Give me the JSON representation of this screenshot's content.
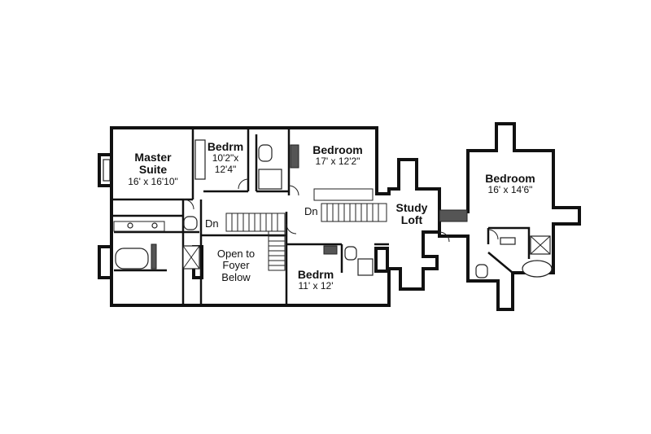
{
  "rooms": {
    "master_suite": {
      "name_line1": "Master",
      "name_line2": "Suite",
      "dims": "16' x 16'10\""
    },
    "bedrm_1": {
      "name": "Bedrm",
      "dims_line1": "10'2\"x",
      "dims_line2": "12'4\""
    },
    "bedroom_center": {
      "name": "Bedroom",
      "dims": "17' x 12'2\""
    },
    "open_foyer": {
      "line1": "Open to",
      "line2": "Foyer",
      "line3": "Below"
    },
    "bedrm_2": {
      "name": "Bedrm",
      "dims": "11' x 12'"
    },
    "study_loft": {
      "name_line1": "Study",
      "name_line2": "Loft"
    },
    "bedroom_right": {
      "name": "Bedroom",
      "dims": "16' x 14'6\""
    }
  },
  "stairs": {
    "down_label_left": "Dn",
    "down_label_center": "Dn"
  },
  "colors": {
    "wall": "#111111",
    "background": "#ffffff"
  }
}
